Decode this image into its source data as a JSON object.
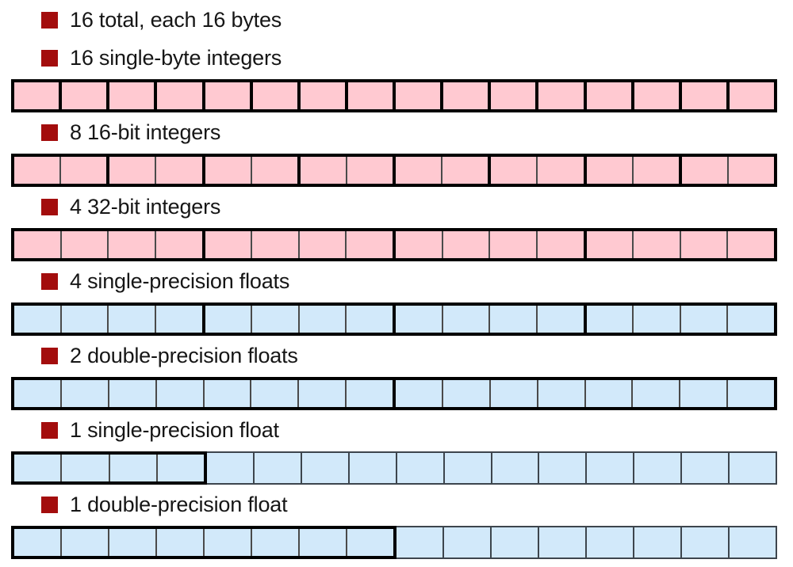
{
  "slide": {
    "background": "#ffffff",
    "bullet_color": "#a30d0d",
    "text_color": "#161616",
    "border_thick_color": "#000000",
    "border_thin_color": "#4a4a4a",
    "intro_bullet": "16 total, each 16 bytes",
    "sections": [
      {
        "label": "16 single-byte integers",
        "fill": "#ffc9d1",
        "cells_per_group": 1,
        "highlighted_cells": 16,
        "total_cells": 16
      },
      {
        "label": "8 16-bit integers",
        "fill": "#ffc9d1",
        "cells_per_group": 2,
        "highlighted_cells": 16,
        "total_cells": 16
      },
      {
        "label": "4 32-bit integers",
        "fill": "#ffc9d1",
        "cells_per_group": 4,
        "highlighted_cells": 16,
        "total_cells": 16
      },
      {
        "label": "4 single-precision floats",
        "fill": "#d2e9fa",
        "cells_per_group": 4,
        "highlighted_cells": 16,
        "total_cells": 16
      },
      {
        "label": "2 double-precision floats",
        "fill": "#d2e9fa",
        "cells_per_group": 8,
        "highlighted_cells": 16,
        "total_cells": 16
      },
      {
        "label": "1 single-precision float",
        "fill": "#d2e9fa",
        "cells_per_group": 4,
        "highlighted_cells": 4,
        "total_cells": 16
      },
      {
        "label": "1 double-precision float",
        "fill": "#d2e9fa",
        "cells_per_group": 8,
        "highlighted_cells": 8,
        "total_cells": 16
      }
    ]
  }
}
